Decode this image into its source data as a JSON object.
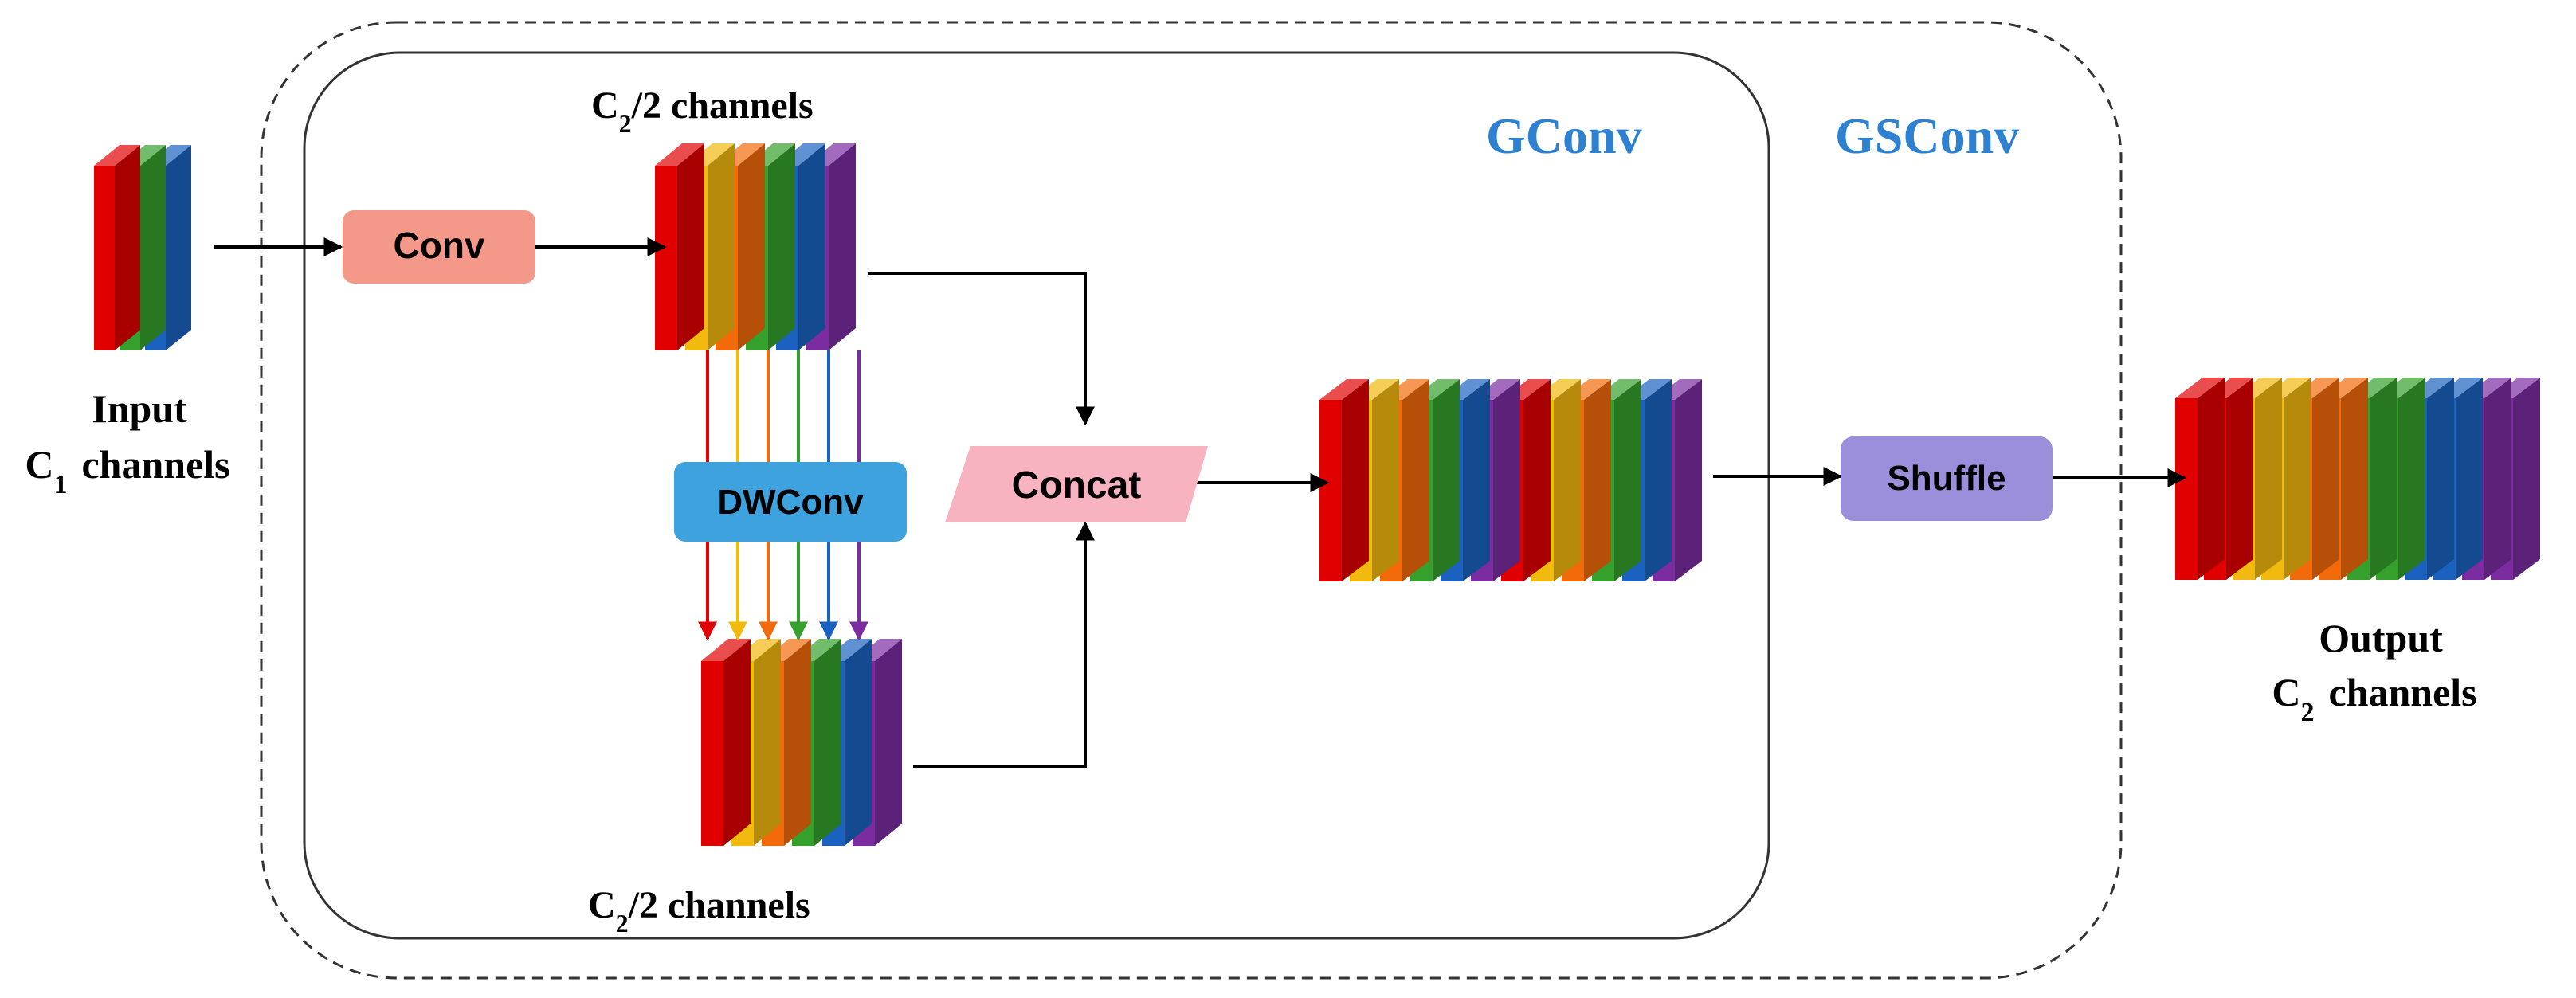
{
  "colors": {
    "red": "#e00000",
    "yellow": "#f2b90f",
    "orange": "#f26a0a",
    "green": "#35a02c",
    "blue": "#1b62c0",
    "purple": "#7a2ca0",
    "conv_fill": "#f4998a",
    "dwconv_fill": "#3da2de",
    "concat_fill": "#f7b3bf",
    "shuffle_fill": "#9b8fdb",
    "title_blue": "#2e80d0"
  },
  "labels": {
    "gconv_title": "GConv",
    "gsconv_title": "GSConv",
    "input_line1": "Input",
    "input_line2_prefix": "C",
    "input_line2_sub": "1",
    "input_line2_rest": "channels",
    "top_half_prefix": "C",
    "top_half_sub": "2",
    "top_half_rest": "/2  channels",
    "bottom_half_prefix": "C",
    "bottom_half_sub": "2",
    "bottom_half_rest": "/2  channels",
    "output_line1": "Output",
    "output_line2_prefix": "C",
    "output_line2_sub": "2",
    "output_line2_rest": "channels"
  },
  "operations": {
    "conv": "Conv",
    "dwconv": "DWConv",
    "concat": "Concat",
    "shuffle": "Shuffle"
  },
  "stacks": {
    "input": [
      "red",
      "green",
      "blue"
    ],
    "conv_out": [
      "red",
      "yellow",
      "orange",
      "green",
      "blue",
      "purple"
    ],
    "dwconv_out": [
      "red",
      "yellow",
      "orange",
      "green",
      "blue",
      "purple"
    ],
    "concat_out": [
      "red",
      "yellow",
      "orange",
      "green",
      "blue",
      "purple",
      "red",
      "yellow",
      "orange",
      "green",
      "blue",
      "purple"
    ],
    "shuffle_out": [
      "red",
      "red",
      "yellow",
      "yellow",
      "orange",
      "orange",
      "green",
      "green",
      "blue",
      "blue",
      "purple",
      "purple"
    ]
  }
}
